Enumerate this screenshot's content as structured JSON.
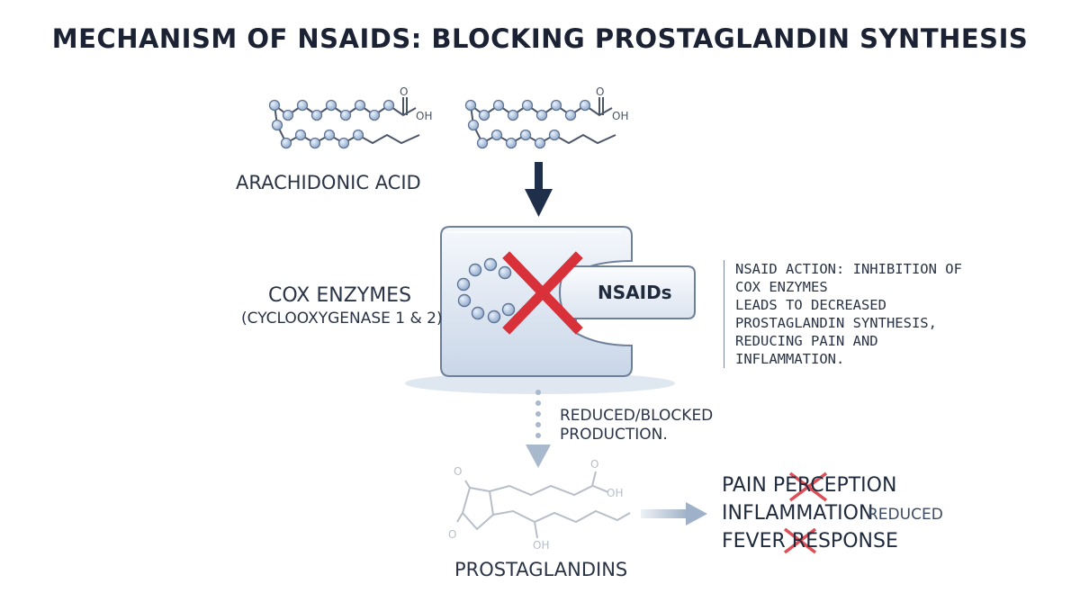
{
  "title": "MECHANISM OF NSAIDS: BLOCKING PROSTAGLANDIN SYNTHESIS",
  "arachidonic": {
    "label": "ARACHIDONIC ACID",
    "oh": "OH",
    "o": "O"
  },
  "cox": {
    "label": "COX ENZYMES",
    "sub": "(CYCLOOXYGENASE 1 & 2)"
  },
  "nsaids": {
    "label": "NSAIDs"
  },
  "note": "NSAID ACTION: INHIBITION OF\nCOX ENZYMES\nLEADS TO DECREASED\nPROSTAGLANDIN SYNTHESIS,\nREDUCING PAIN AND\nINFLAMMATION.",
  "reduced": "REDUCED/BLOCKED\nPRODUCTION.",
  "prostaglandins": {
    "label": "PROSTAGLANDINS",
    "o": "O",
    "oh": "OH"
  },
  "effects": {
    "pain": "PAIN PERCEPTION",
    "inflammation": "INFLAMMATION",
    "reduced": "REDUCED",
    "fever": "FEVER RESPONSE"
  },
  "colors": {
    "navy": "#1f2f4a",
    "blocked": "#d8313a",
    "node": "#a8c0e0",
    "line": "#4a5568"
  },
  "icons": [
    "down-arrow-icon",
    "block-x-icon",
    "dotted-down-arrow-icon",
    "right-arrow-icon"
  ]
}
